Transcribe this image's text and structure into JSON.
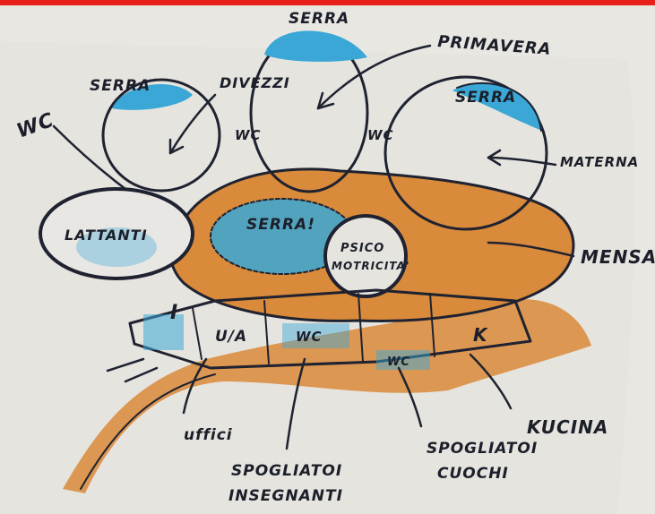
{
  "colors": {
    "paper": "#e6e4df",
    "orange": "#d98a3a",
    "blue": "#3aa7d6",
    "ink": "#1f2230",
    "accent_bar": "#e8201a"
  },
  "labels": {
    "serra_top": "SERRA",
    "primavera": "PRIMAVERA",
    "serra_left": "SERRA",
    "divezzi": "DIVEZZI",
    "serra_right": "SERRA",
    "wc_far_left": "WC",
    "wc_1": "WC",
    "wc_2": "WC",
    "materna": "MATERNA",
    "lattanti": "LATTANTI",
    "serra_center": "SERRA!",
    "psico": "PSICO",
    "motricita": "MOTRICITA'",
    "mensa": "MENSA",
    "room_i": "I",
    "room_ua": "U/A",
    "room_wc_low": "WC",
    "room_wc_right": "WC",
    "room_k": "K",
    "uffici": "uffici",
    "spogliatoi_ins_1": "SPOGLIATOI",
    "spogliatoi_ins_2": "INSEGNANTI",
    "spogliatoi_cuochi_1": "SPOGLIATOI",
    "spogliatoi_cuochi_2": "CUOCHI",
    "cucina": "KUCINA"
  }
}
